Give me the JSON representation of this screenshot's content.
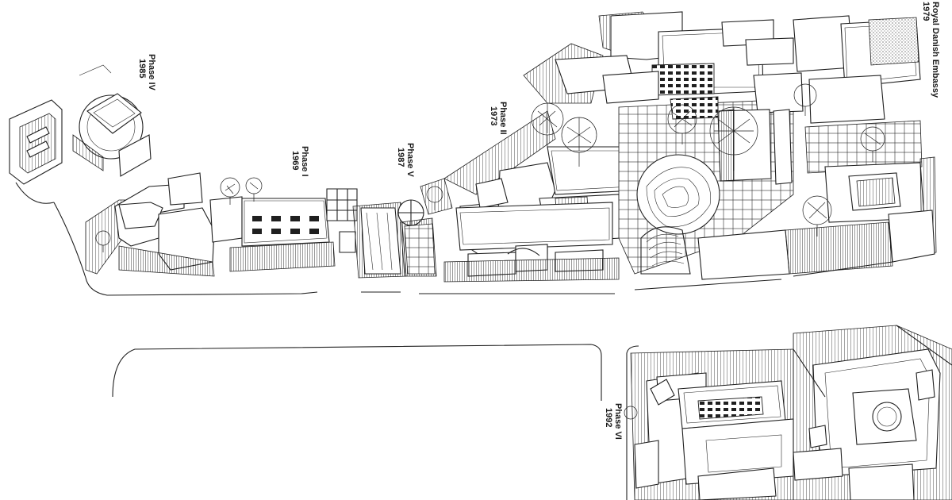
{
  "labels": {
    "phase_iv": {
      "name": "Phase IV",
      "year": "1985"
    },
    "phase_i": {
      "name": "Phase I",
      "year": "1969"
    },
    "phase_v": {
      "name": "Phase V",
      "year": "1987"
    },
    "phase_ii": {
      "name": "Phase II",
      "year": "1973"
    },
    "embassy": {
      "name": "Royal Danish Embassy",
      "year": "1979"
    },
    "phase_vi": {
      "name": "Phase VI",
      "year": "1992"
    }
  }
}
